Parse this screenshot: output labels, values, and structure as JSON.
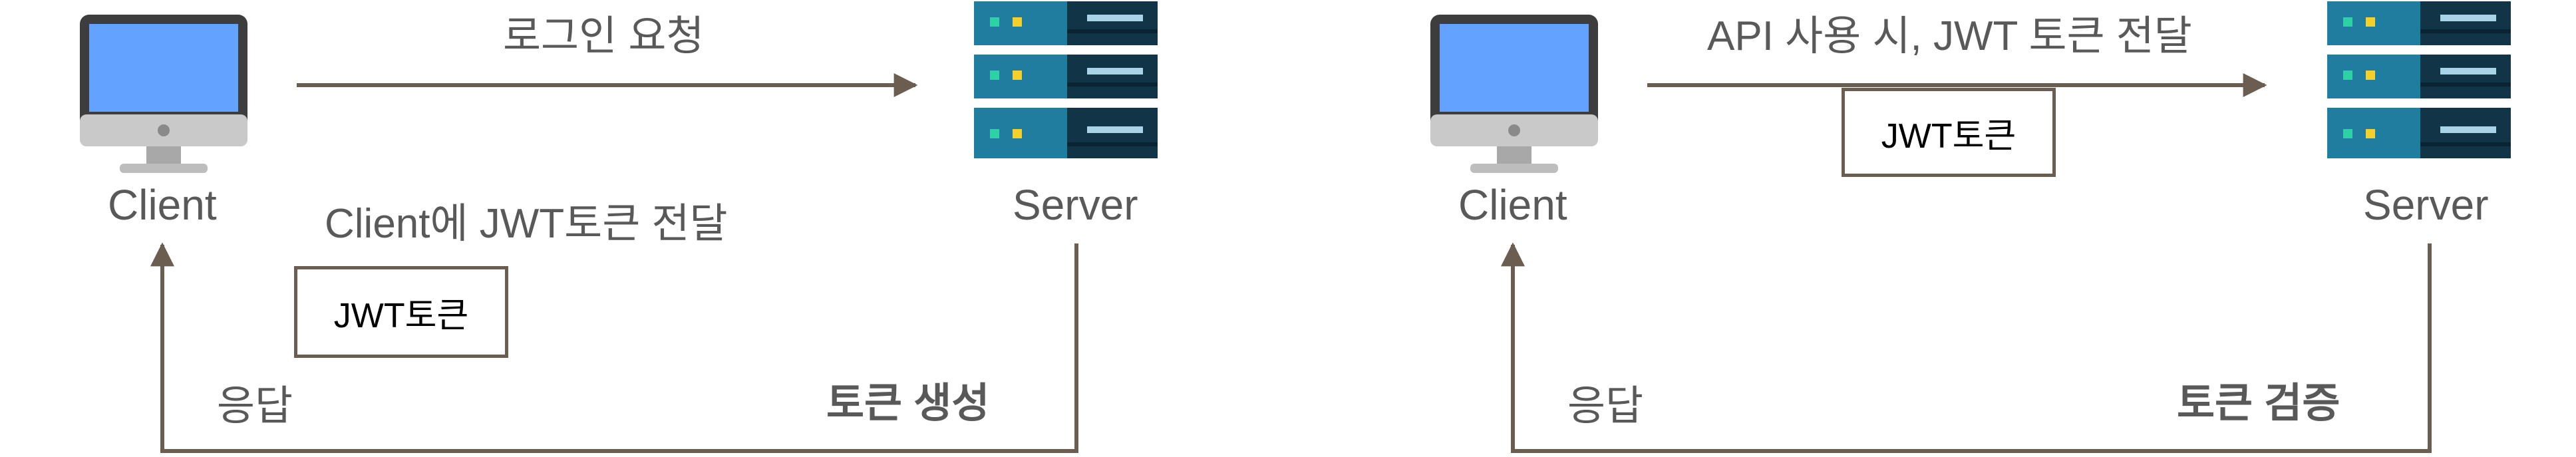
{
  "colors": {
    "arrow": "#6b5d4f",
    "text": "#595959",
    "monitor_screen": "#63a3ff",
    "server_blue": "#1f7ea0",
    "server_dark": "#123447",
    "led_green": "#2ed1a4",
    "led_yellow": "#f2d12b"
  },
  "left": {
    "client_label": "Client",
    "server_label": "Server",
    "request_label": "로그인 요청",
    "deliver_label": "Client에 JWT토큰 전달",
    "token_box": "JWT토큰",
    "response_label": "응답",
    "action_label": "토큰 생성"
  },
  "right": {
    "client_label": "Client",
    "server_label": "Server",
    "request_label": "API 사용 시, JWT 토큰 전달",
    "token_box": "JWT토큰",
    "response_label": "응답",
    "action_label": "토큰 검증"
  },
  "icons": {
    "client": "desktop-monitor-icon",
    "server": "server-rack-icon"
  }
}
